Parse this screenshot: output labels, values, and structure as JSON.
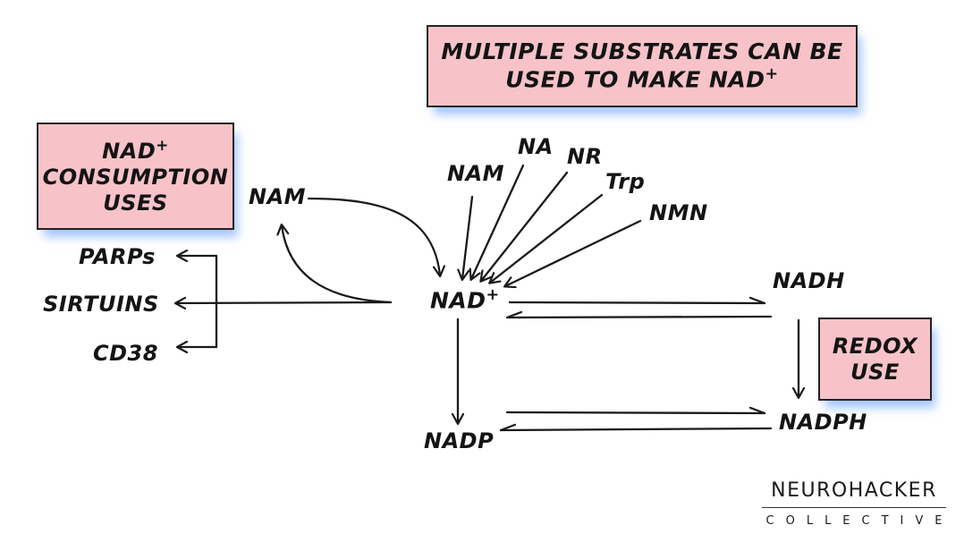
{
  "title_box": {
    "line1": "MULTIPLE SUBSTRATES CAN BE",
    "line2_prefix": "USED TO MAKE NAD",
    "line2_sup": "+"
  },
  "consumption_box": {
    "line1_prefix": "NAD",
    "line1_sup": "+",
    "line2": "CONSUMPTION",
    "line3": "USES"
  },
  "redox_box": {
    "line1": "REDOX",
    "line2": "USE"
  },
  "nodes": {
    "nam_left": "NAM",
    "parps": "PARPs",
    "sirtuins": "SIRTUINS",
    "cd38": "CD38",
    "nad_center_prefix": "NAD",
    "nad_center_sup": "+",
    "nadh": "NADH",
    "nadp": "NADP",
    "nadph": "NADPH"
  },
  "substrates": [
    {
      "label": "NAM"
    },
    {
      "label": "NA"
    },
    {
      "label": "NR"
    },
    {
      "label": "Trp"
    },
    {
      "label": "NMN"
    }
  ],
  "logo": {
    "top": "NEUROHACKER",
    "bottom": "COLLECTIVE"
  },
  "colors": {
    "box_fill": "#f7c3c8",
    "box_border": "#222222",
    "shadow": "#5a96ff",
    "ink": "#141414"
  }
}
